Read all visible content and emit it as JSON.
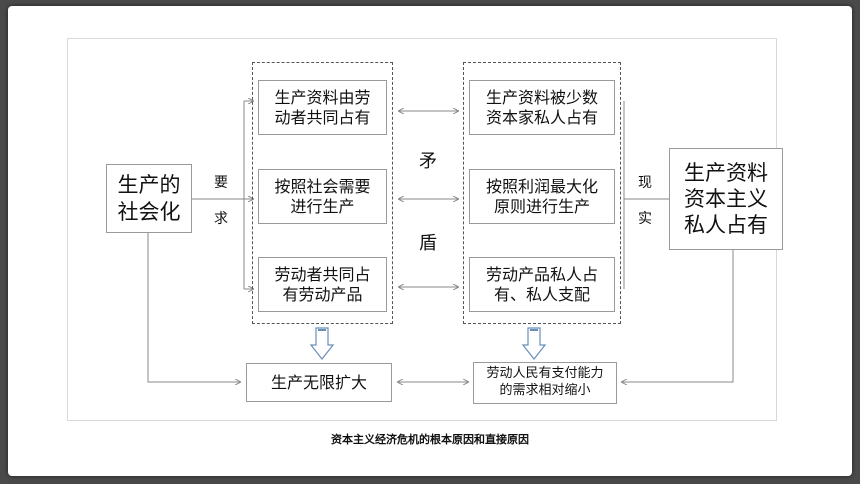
{
  "left_concept": "生产的\n社会化",
  "right_concept": "生产资料\n资本主义\n私人占有",
  "label_require": [
    "要",
    "求"
  ],
  "label_reality": [
    "现",
    "实"
  ],
  "label_contradiction": [
    "矛",
    "盾"
  ],
  "left_column": [
    "生产资料由劳\n动者共同占有",
    "按照社会需要\n进行生产",
    "劳动者共同占\n有劳动产品"
  ],
  "right_column": [
    "生产资料被少数\n资本家私人占有",
    "按照利润最大化\n原则进行生产",
    "劳动产品私人占\n有、私人支配"
  ],
  "bottom_left": "生产无限扩大",
  "bottom_right": "劳动人民有支付能力\n的需求相对缩小",
  "caption": "资本主义经济危机的根本原因和直接原因"
}
